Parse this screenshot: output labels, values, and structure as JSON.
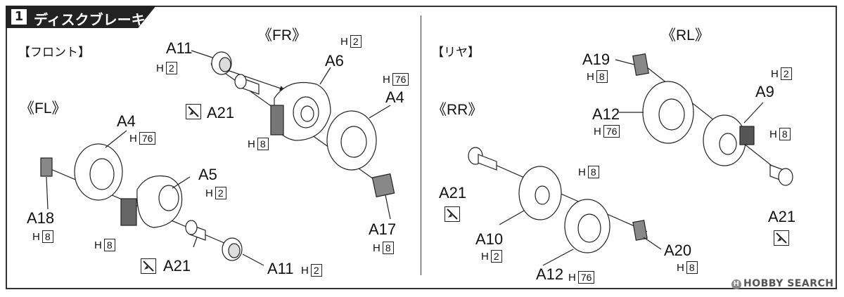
{
  "header": {
    "step_number": "1",
    "title": "ディスクブレーキ"
  },
  "front": {
    "section_label": "【フロント】",
    "fr_label": "《FR》",
    "fl_label": "《FL》",
    "parts": [
      {
        "id": "a11_fr",
        "label": "A11",
        "h": "2"
      },
      {
        "id": "a6",
        "label": "A6",
        "h": "2"
      },
      {
        "id": "a21_fr",
        "label": "A21"
      },
      {
        "id": "a4_fr",
        "label": "A4",
        "h": "76"
      },
      {
        "id": "a17",
        "label": "A17",
        "h": "8"
      },
      {
        "id": "a4_fl",
        "label": "A4",
        "h": "76"
      },
      {
        "id": "a5",
        "label": "A5",
        "h": "2"
      },
      {
        "id": "a18",
        "label": "A18",
        "h": "8"
      },
      {
        "id": "a21_fl",
        "label": "A21"
      },
      {
        "id": "a11_fl",
        "label": "A11",
        "h": "2"
      }
    ],
    "fr_caliper_h": "8",
    "fl_caliper_h": "8"
  },
  "rear": {
    "section_label": "【リヤ】",
    "rl_label": "《RL》",
    "rr_label": "《RR》",
    "parts": [
      {
        "id": "a19",
        "label": "A19",
        "h": "8"
      },
      {
        "id": "a9",
        "label": "A9",
        "h": "2"
      },
      {
        "id": "a12_rl",
        "label": "A12",
        "h": "76"
      },
      {
        "id": "a21_rl",
        "label": "A21"
      },
      {
        "id": "a21_rr",
        "label": "A21"
      },
      {
        "id": "a10",
        "label": "A10",
        "h": "2"
      },
      {
        "id": "a12_rr",
        "label": "A12",
        "h": "76"
      },
      {
        "id": "a20",
        "label": "A20",
        "h": "8"
      }
    ],
    "rr_hub_h": "8",
    "rl_caliper_h": "8"
  },
  "h_prefix": "H",
  "watermark": {
    "brand": "HOBBY SEARCH"
  }
}
